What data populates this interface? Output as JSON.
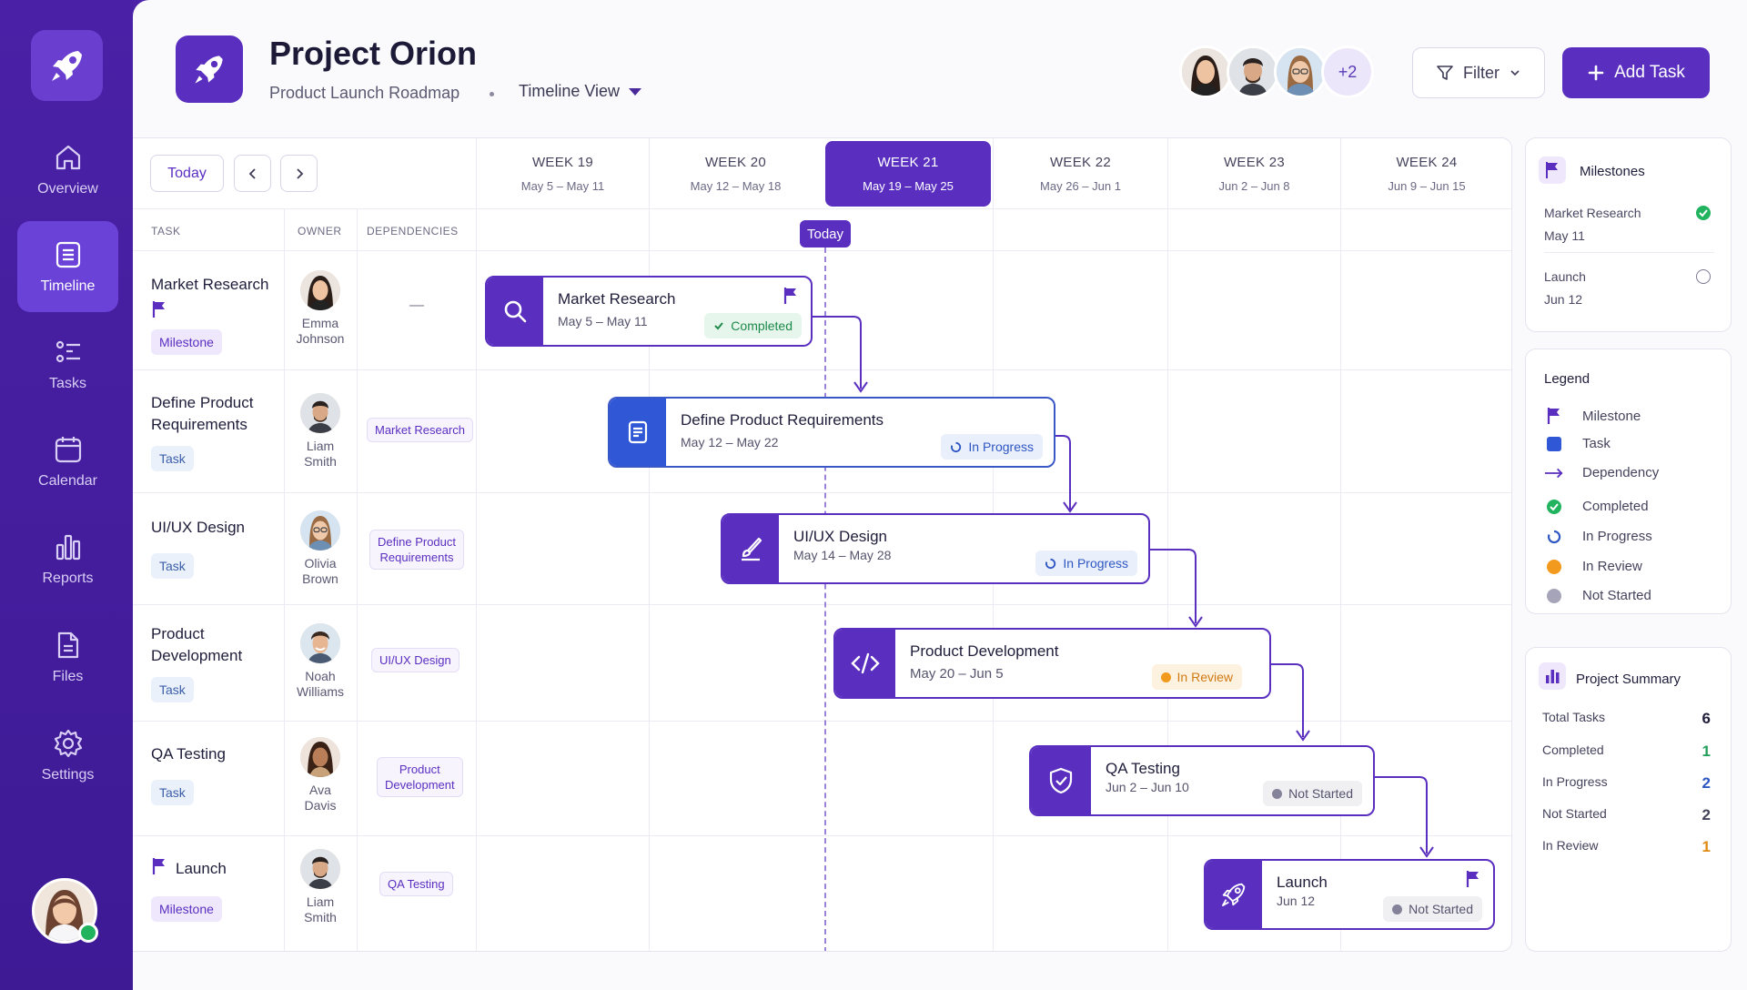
{
  "sidebar": {
    "items": [
      {
        "label": "Overview",
        "icon": "home-icon"
      },
      {
        "label": "Timeline",
        "icon": "timeline-icon",
        "active": true
      },
      {
        "label": "Tasks",
        "icon": "tasks-icon"
      },
      {
        "label": "Calendar",
        "icon": "calendar-icon"
      },
      {
        "label": "Reports",
        "icon": "reports-icon"
      },
      {
        "label": "Files",
        "icon": "file-icon"
      },
      {
        "label": "Settings",
        "icon": "gear-icon"
      }
    ],
    "user_status": "online"
  },
  "header": {
    "title": "Project Orion",
    "subtitle": "Product Launch Roadmap",
    "view": "Timeline View",
    "extra_members": "+2",
    "filter_label": "Filter",
    "add_label": "Add Task"
  },
  "gantt": {
    "today_label": "Today",
    "weeks": [
      {
        "week": "WEEK 19",
        "range": "May 5 – May 11"
      },
      {
        "week": "WEEK 20",
        "range": "May 12 – May 18"
      },
      {
        "week": "WEEK 21",
        "range": "May 19 – May 25",
        "current": true
      },
      {
        "week": "WEEK 22",
        "range": "May 26 – Jun 1"
      },
      {
        "week": "WEEK 23",
        "range": "Jun 2 – Jun 8"
      },
      {
        "week": "WEEK 24",
        "range": "Jun 9 – Jun 15"
      }
    ],
    "columns": {
      "task": "TASK",
      "owner": "OWNER",
      "dependencies": "DEPENDENCIES"
    },
    "today_marker": "Today",
    "no_dependency": "—",
    "rows": [
      {
        "name": "Market Research",
        "type": "Milestone",
        "owner": "Emma Johnson",
        "owner_l1": "Emma",
        "owner_l2": "Johnson",
        "dependency": "",
        "bar_title": "Market Research",
        "bar_dates": "May 5 – May 11",
        "status": "Completed"
      },
      {
        "name_l1": "Define Product",
        "name_l2": "Requirements",
        "type": "Task",
        "owner_l1": "Liam",
        "owner_l2": "Smith",
        "dependency": "Market Research",
        "bar_title": "Define Product Requirements",
        "bar_dates": "May 12 – May 22",
        "status": "In Progress"
      },
      {
        "name": "UI/UX Design",
        "type": "Task",
        "owner_l1": "Olivia",
        "owner_l2": "Brown",
        "dep_l1": "Define Product",
        "dep_l2": "Requirements",
        "bar_title": "UI/UX Design",
        "bar_dates": "May 14 – May 28",
        "status": "In Progress"
      },
      {
        "name_l1": "Product",
        "name_l2": "Development",
        "type": "Task",
        "owner_l1": "Noah",
        "owner_l2": "Williams",
        "dependency": "UI/UX Design",
        "bar_title": "Product Development",
        "bar_dates": "May 20 – Jun 5",
        "status": "In Review"
      },
      {
        "name": "QA Testing",
        "type": "Task",
        "owner_l1": "Ava",
        "owner_l2": "Davis",
        "dep_l1": "Product",
        "dep_l2": "Development",
        "bar_title": "QA Testing",
        "bar_dates": "Jun 2 – Jun 10",
        "status": "Not Started"
      },
      {
        "name": "Launch",
        "type": "Milestone",
        "owner_l1": "Liam",
        "owner_l2": "Smith",
        "dependency": "QA Testing",
        "bar_title": "Launch",
        "bar_dates": "Jun 12",
        "status": "Not Started"
      }
    ]
  },
  "milestones": {
    "title": "Milestones",
    "items": [
      {
        "name": "Market Research",
        "date": "May 11",
        "done": true
      },
      {
        "name": "Launch",
        "date": "Jun 12",
        "done": false
      }
    ]
  },
  "legend": {
    "title": "Legend",
    "items": [
      "Milestone",
      "Task",
      "Dependency",
      "Completed",
      "In Progress",
      "In Review",
      "Not Started"
    ]
  },
  "summary": {
    "title": "Project Summary",
    "rows": [
      {
        "label": "Total Tasks",
        "value": "6",
        "color": "#1f1d3a"
      },
      {
        "label": "Completed",
        "value": "1",
        "color": "#22a05a"
      },
      {
        "label": "In Progress",
        "value": "2",
        "color": "#2f57c4"
      },
      {
        "label": "Not Started",
        "value": "2",
        "color": "#45435c"
      },
      {
        "label": "In Review",
        "value": "1",
        "color": "#e08a12"
      }
    ]
  },
  "colors": {
    "brand": "#5a2fc0",
    "sidebar": "#4a21a6",
    "task_blue": "#2f57d6",
    "completed": "#22b35e",
    "in_review": "#f29a1e",
    "not_started": "#a6a4b8"
  }
}
